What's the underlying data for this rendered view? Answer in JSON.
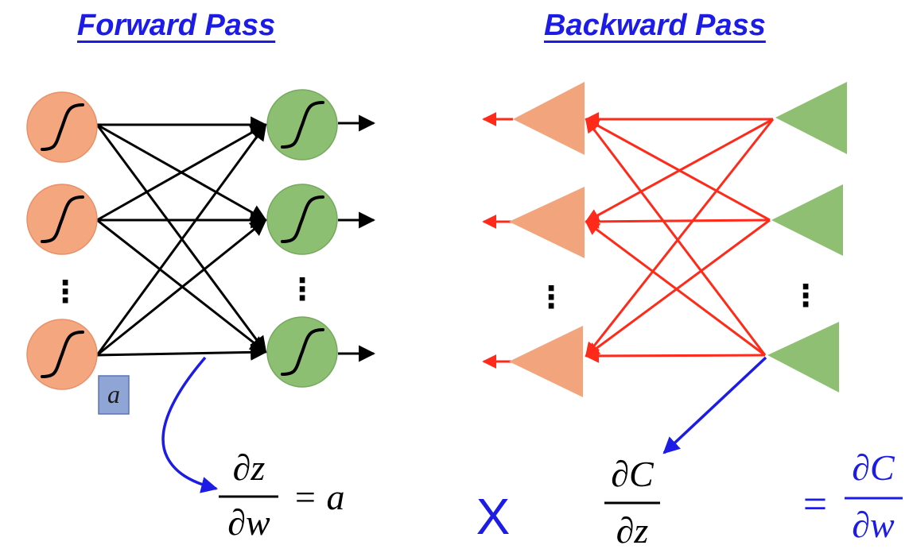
{
  "forward_pass": {
    "title": "Forward Pass",
    "input_label": "a",
    "ellipsis": "⋮",
    "formula": {
      "numerator": "∂z",
      "denominator": "∂w",
      "rhs": "= a"
    }
  },
  "backward_pass": {
    "title": "Backward Pass",
    "ellipsis": "⋮",
    "formula": {
      "numerator": "∂C",
      "denominator": "∂z"
    }
  },
  "multiply_symbol": "X",
  "result_formula": {
    "equals": "=",
    "numerator": "∂C",
    "denominator": "∂w"
  },
  "colors": {
    "title_blue": "#1c1ce6",
    "forward_input_node": "#f4a67e",
    "forward_output_node": "#8cbf72",
    "backward_left_triangle": "#f2a47c",
    "backward_right_triangle": "#8fbf72",
    "backward_edge": "#ff2a1a",
    "annotation_arrow": "#1c1ce6",
    "label_box": "#8ea5d6"
  }
}
